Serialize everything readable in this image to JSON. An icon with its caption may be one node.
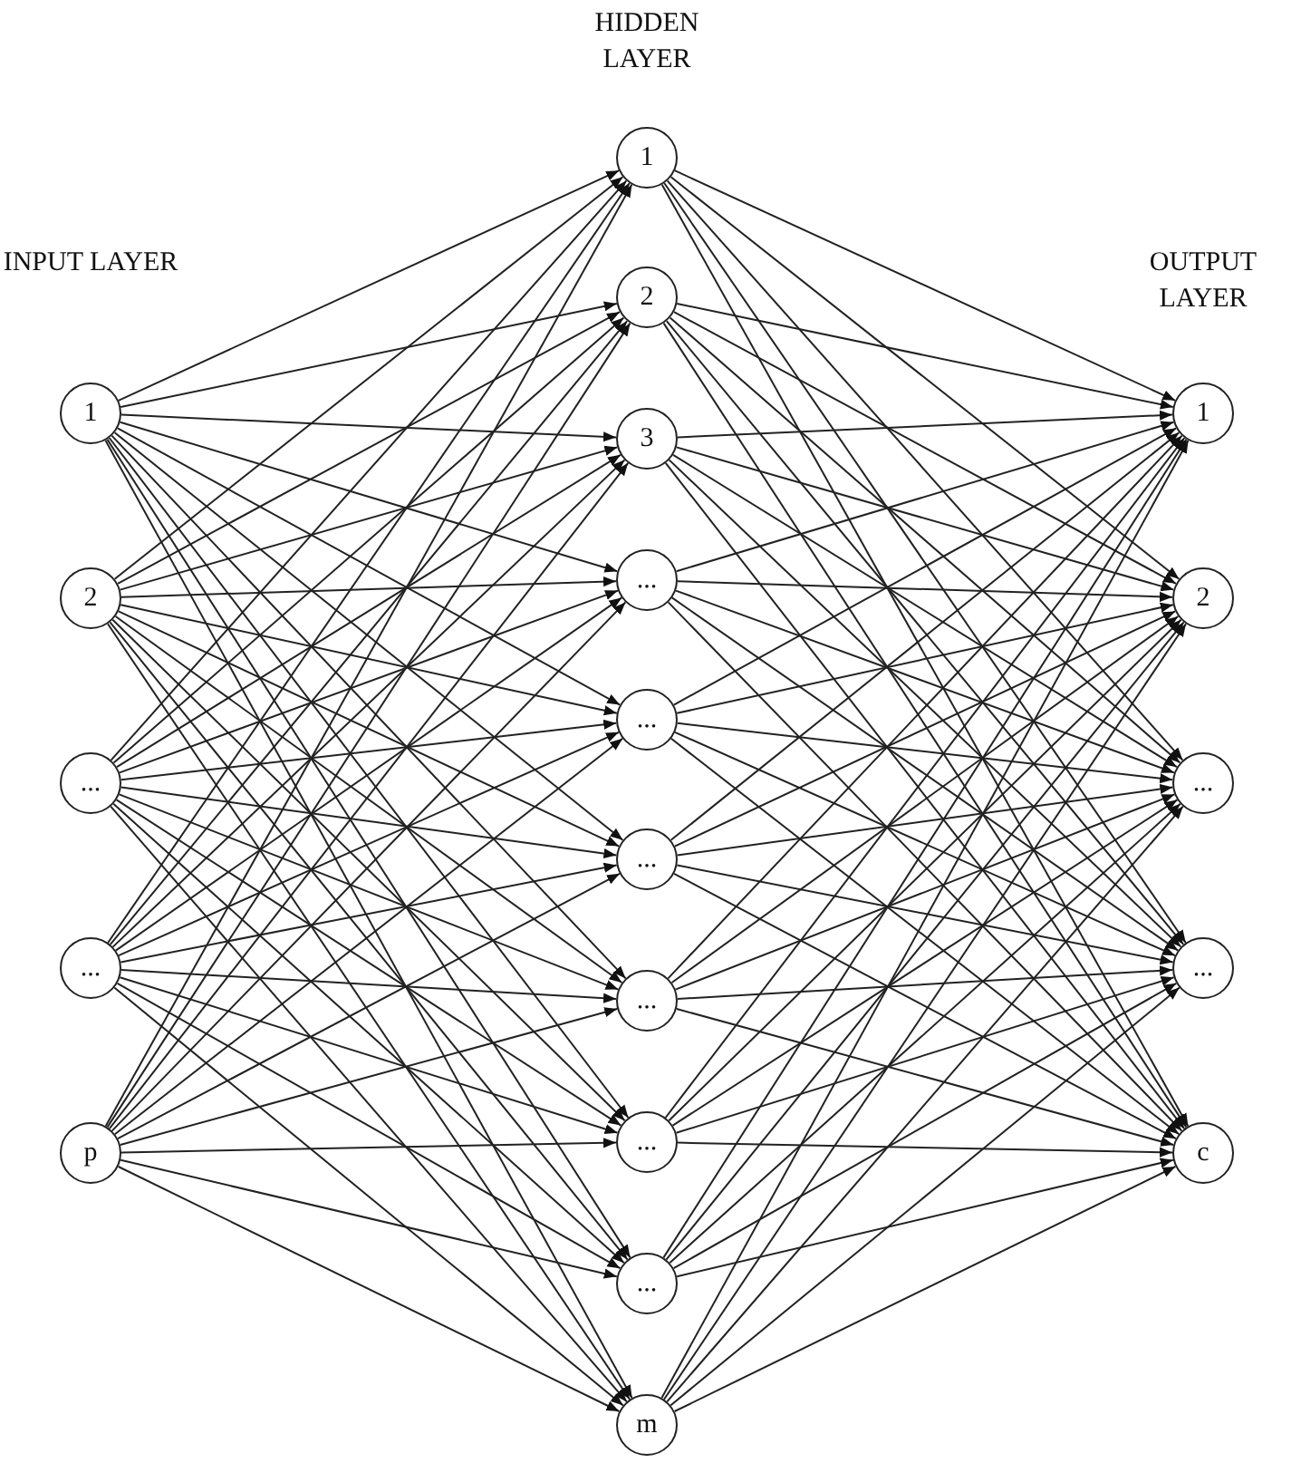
{
  "diagram": {
    "nodes": [
      {
        "text": [
          "1"
        ]
      },
      {
        "text": [
          "2"
        ]
      },
      {
        "text": [
          "..."
        ]
      },
      {
        "text": [
          "..."
        ]
      },
      {
        "text": [
          "p"
        ]
      },
      {
        "text": [
          "1"
        ]
      },
      {
        "text": [
          "2"
        ]
      },
      {
        "text": [
          "3"
        ]
      },
      {
        "text": [
          "..."
        ]
      },
      {
        "text": [
          "..."
        ]
      },
      {
        "text": [
          "..."
        ]
      },
      {
        "text": [
          "..."
        ]
      },
      {
        "text": [
          "..."
        ]
      },
      {
        "text": [
          "..."
        ]
      },
      {
        "text": [
          "m"
        ]
      },
      {
        "text": [
          "1"
        ]
      },
      {
        "text": [
          "2"
        ]
      },
      {
        "text": [
          "..."
        ]
      },
      {
        "text": [
          "..."
        ]
      },
      {
        "text": [
          "c"
        ]
      }
    ],
    "edges": [
      {
        "from": 0,
        "to": 5,
        "arrow": "to"
      },
      {
        "from": 0,
        "to": 6,
        "arrow": "to"
      },
      {
        "from": 0,
        "to": 7,
        "arrow": "to"
      },
      {
        "from": 0,
        "to": 8,
        "arrow": "to"
      },
      {
        "from": 0,
        "to": 9,
        "arrow": "to"
      },
      {
        "from": 0,
        "to": 10,
        "arrow": "to"
      },
      {
        "from": 0,
        "to": 11,
        "arrow": "to"
      },
      {
        "from": 0,
        "to": 12,
        "arrow": "to"
      },
      {
        "from": 0,
        "to": 13,
        "arrow": "to"
      },
      {
        "from": 0,
        "to": 14,
        "arrow": "to"
      },
      {
        "from": 1,
        "to": 5,
        "arrow": "to"
      },
      {
        "from": 1,
        "to": 6,
        "arrow": "to"
      },
      {
        "from": 1,
        "to": 7,
        "arrow": "to"
      },
      {
        "from": 1,
        "to": 8,
        "arrow": "to"
      },
      {
        "from": 1,
        "to": 9,
        "arrow": "to"
      },
      {
        "from": 1,
        "to": 10,
        "arrow": "to"
      },
      {
        "from": 1,
        "to": 11,
        "arrow": "to"
      },
      {
        "from": 1,
        "to": 12,
        "arrow": "to"
      },
      {
        "from": 1,
        "to": 13,
        "arrow": "to"
      },
      {
        "from": 1,
        "to": 14,
        "arrow": "to"
      },
      {
        "from": 2,
        "to": 5,
        "arrow": "to"
      },
      {
        "from": 2,
        "to": 6,
        "arrow": "to"
      },
      {
        "from": 2,
        "to": 7,
        "arrow": "to"
      },
      {
        "from": 2,
        "to": 8,
        "arrow": "to"
      },
      {
        "from": 2,
        "to": 9,
        "arrow": "to"
      },
      {
        "from": 2,
        "to": 10,
        "arrow": "to"
      },
      {
        "from": 2,
        "to": 11,
        "arrow": "to"
      },
      {
        "from": 2,
        "to": 12,
        "arrow": "to"
      },
      {
        "from": 2,
        "to": 13,
        "arrow": "to"
      },
      {
        "from": 2,
        "to": 14,
        "arrow": "to"
      },
      {
        "from": 3,
        "to": 5,
        "arrow": "to"
      },
      {
        "from": 3,
        "to": 6,
        "arrow": "to"
      },
      {
        "from": 3,
        "to": 7,
        "arrow": "to"
      },
      {
        "from": 3,
        "to": 8,
        "arrow": "to"
      },
      {
        "from": 3,
        "to": 9,
        "arrow": "to"
      },
      {
        "from": 3,
        "to": 10,
        "arrow": "to"
      },
      {
        "from": 3,
        "to": 11,
        "arrow": "to"
      },
      {
        "from": 3,
        "to": 12,
        "arrow": "to"
      },
      {
        "from": 3,
        "to": 13,
        "arrow": "to"
      },
      {
        "from": 3,
        "to": 14,
        "arrow": "to"
      },
      {
        "from": 4,
        "to": 5,
        "arrow": "to"
      },
      {
        "from": 4,
        "to": 6,
        "arrow": "to"
      },
      {
        "from": 4,
        "to": 7,
        "arrow": "to"
      },
      {
        "from": 4,
        "to": 8,
        "arrow": "to"
      },
      {
        "from": 4,
        "to": 9,
        "arrow": "to"
      },
      {
        "from": 4,
        "to": 10,
        "arrow": "to"
      },
      {
        "from": 4,
        "to": 11,
        "arrow": "to"
      },
      {
        "from": 4,
        "to": 12,
        "arrow": "to"
      },
      {
        "from": 4,
        "to": 13,
        "arrow": "to"
      },
      {
        "from": 4,
        "to": 14,
        "arrow": "to"
      },
      {
        "from": 5,
        "to": 15,
        "arrow": "to"
      },
      {
        "from": 5,
        "to": 16,
        "arrow": "to"
      },
      {
        "from": 5,
        "to": 17,
        "arrow": "to"
      },
      {
        "from": 5,
        "to": 18,
        "arrow": "to"
      },
      {
        "from": 5,
        "to": 19,
        "arrow": "to"
      },
      {
        "from": 6,
        "to": 15,
        "arrow": "to"
      },
      {
        "from": 6,
        "to": 16,
        "arrow": "to"
      },
      {
        "from": 6,
        "to": 17,
        "arrow": "to"
      },
      {
        "from": 6,
        "to": 18,
        "arrow": "to"
      },
      {
        "from": 6,
        "to": 19,
        "arrow": "to"
      },
      {
        "from": 7,
        "to": 15,
        "arrow": "to"
      },
      {
        "from": 7,
        "to": 16,
        "arrow": "to"
      },
      {
        "from": 7,
        "to": 17,
        "arrow": "to"
      },
      {
        "from": 7,
        "to": 18,
        "arrow": "to"
      },
      {
        "from": 7,
        "to": 19,
        "arrow": "to"
      },
      {
        "from": 8,
        "to": 15,
        "arrow": "to"
      },
      {
        "from": 8,
        "to": 16,
        "arrow": "to"
      },
      {
        "from": 8,
        "to": 17,
        "arrow": "to"
      },
      {
        "from": 8,
        "to": 18,
        "arrow": "to"
      },
      {
        "from": 8,
        "to": 19,
        "arrow": "to"
      },
      {
        "from": 9,
        "to": 15,
        "arrow": "to"
      },
      {
        "from": 9,
        "to": 16,
        "arrow": "to"
      },
      {
        "from": 9,
        "to": 17,
        "arrow": "to"
      },
      {
        "from": 9,
        "to": 18,
        "arrow": "to"
      },
      {
        "from": 9,
        "to": 19,
        "arrow": "to"
      },
      {
        "from": 10,
        "to": 15,
        "arrow": "to"
      },
      {
        "from": 10,
        "to": 16,
        "arrow": "to"
      },
      {
        "from": 10,
        "to": 17,
        "arrow": "to"
      },
      {
        "from": 10,
        "to": 18,
        "arrow": "to"
      },
      {
        "from": 10,
        "to": 19,
        "arrow": "to"
      },
      {
        "from": 11,
        "to": 15,
        "arrow": "to"
      },
      {
        "from": 11,
        "to": 16,
        "arrow": "to"
      },
      {
        "from": 11,
        "to": 17,
        "arrow": "to"
      },
      {
        "from": 11,
        "to": 18,
        "arrow": "to"
      },
      {
        "from": 11,
        "to": 19,
        "arrow": "to"
      },
      {
        "from": 12,
        "to": 15,
        "arrow": "to"
      },
      {
        "from": 12,
        "to": 16,
        "arrow": "to"
      },
      {
        "from": 12,
        "to": 17,
        "arrow": "to"
      },
      {
        "from": 12,
        "to": 18,
        "arrow": "to"
      },
      {
        "from": 12,
        "to": 19,
        "arrow": "to"
      },
      {
        "from": 13,
        "to": 15,
        "arrow": "to"
      },
      {
        "from": 13,
        "to": 16,
        "arrow": "to"
      },
      {
        "from": 13,
        "to": 17,
        "arrow": "to"
      },
      {
        "from": 13,
        "to": 18,
        "arrow": "to"
      },
      {
        "from": 13,
        "to": 19,
        "arrow": "to"
      },
      {
        "from": 14,
        "to": 15,
        "arrow": "to"
      },
      {
        "from": 14,
        "to": 16,
        "arrow": "to"
      },
      {
        "from": 14,
        "to": 17,
        "arrow": "to"
      },
      {
        "from": 14,
        "to": 18,
        "arrow": "to"
      },
      {
        "from": 14,
        "to": 19,
        "arrow": "to"
      }
    ],
    "labels": [
      "HIDDEN LAYER",
      "INPUT LAYER",
      "OUTPUT LAYER"
    ]
  }
}
